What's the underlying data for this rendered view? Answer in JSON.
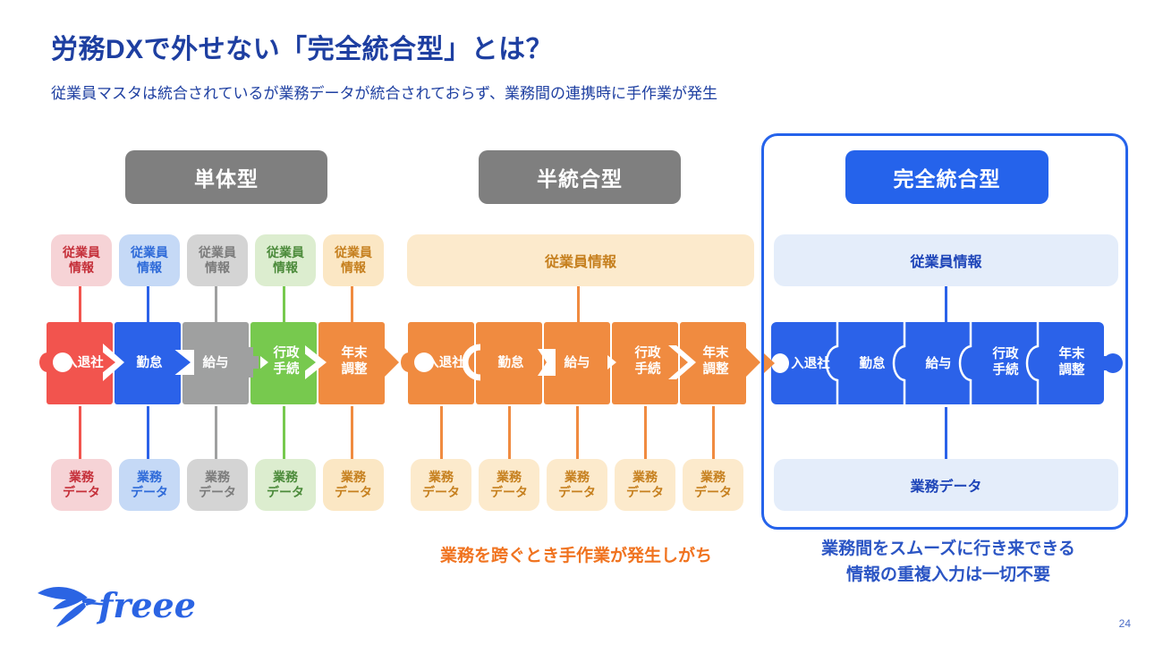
{
  "header": {
    "title": "労務DXで外せない「完全統合型」とは？",
    "subtitle": "従業員マスタは統合されているが業務データが統合されておらず、業務間の連携時に手作業が発生"
  },
  "columns": {
    "standalone": {
      "header": "単体型"
    },
    "semi": {
      "header": "半統合型",
      "employee_info": "従業員情報",
      "caption": "業務を跨ぐとき手作業が発生しがち"
    },
    "full": {
      "header": "完全統合型",
      "employee_info": "従業員情報",
      "work_data": "業務データ",
      "caption_line1": "業務間をスムーズに行き来できる",
      "caption_line2": "情報の重複入力は一切不要"
    }
  },
  "labels": {
    "employee_info_2l": "従業員\n情報",
    "work_data_2l": "業務\nデータ"
  },
  "modules": [
    [
      "入退社"
    ],
    [
      "勤怠"
    ],
    [
      "給与"
    ],
    [
      "行政",
      "手続"
    ],
    [
      "年末",
      "調整"
    ]
  ],
  "colors": {
    "title_blue": "#1e3fa1",
    "header_gray": "#7f7f7f",
    "accent_blue": "#2563eb",
    "piece_red": "#f2544e",
    "piece_blue": "#2b62e9",
    "piece_gray": "#9fa0a0",
    "piece_green": "#77c94e",
    "piece_orange": "#f08b40",
    "caption_orange": "#f0731f",
    "caption_blue": "#2b55c4",
    "logo_blue": "#2b64e3"
  },
  "footer": {
    "logo_text": "freee",
    "page_number": "24"
  }
}
